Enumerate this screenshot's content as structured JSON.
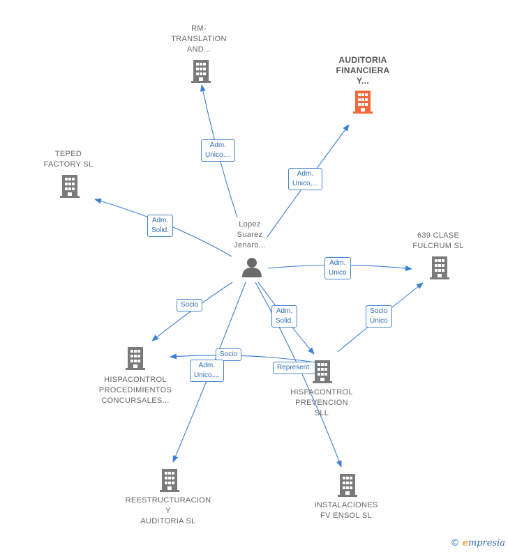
{
  "colors": {
    "edge": "#3a7fd5",
    "building": "#7a7a7a",
    "building_highlight": "#f26a3c",
    "person": "#6b6b6b"
  },
  "nodes": {
    "person": {
      "label": "Lopez\nSuarez\nJenaro...",
      "icon": "person-icon"
    },
    "rm_translation": {
      "label": "RM-\nTRANSLATION\nAND...",
      "icon": "building-icon"
    },
    "auditoria": {
      "label": "AUDITORIA\nFINANCIERA\nY...",
      "icon": "building-icon",
      "highlighted": true
    },
    "teped": {
      "label": "TEPED\nFACTORY  SL",
      "icon": "building-icon"
    },
    "clase639": {
      "label": "639 CLASE\nFULCRUM  SL",
      "icon": "building-icon"
    },
    "hispa_proc": {
      "label": "HISPACONTROL\nPROCEDIMIENTOS\nCONCURSALES...",
      "icon": "building-icon"
    },
    "hispa_prev": {
      "label": "HISPACONTROL\nPREVENCION\nSLL",
      "icon": "building-icon"
    },
    "reestructuracion": {
      "label": "REESTRUCTURACION\nY\nAUDITORIA  SL",
      "icon": "building-icon"
    },
    "instalaciones": {
      "label": "INSTALACIONES\nFV ENSOL  SL",
      "icon": "building-icon"
    }
  },
  "edges": {
    "e_rm": {
      "label": "Adm.\nUnico,..."
    },
    "e_aud": {
      "label": "Adm.\nUnico,..."
    },
    "e_teped": {
      "label": "Adm.\nSolid."
    },
    "e_639": {
      "label": "Adm.\nUnico"
    },
    "e_proc_socio": {
      "label": "Socio"
    },
    "e_prev_adm": {
      "label": "Adm.\nSolid."
    },
    "e_prev_639": {
      "label": "Socio\nÚnico"
    },
    "e_prev_proc": {
      "label": "Socio"
    },
    "e_reest": {
      "label": "Adm.\nUnico,..."
    },
    "e_inst": {
      "label": "Represent."
    }
  },
  "watermark": {
    "copyright": "©",
    "brand_e": "e",
    "brand_rest": "mpresia"
  }
}
